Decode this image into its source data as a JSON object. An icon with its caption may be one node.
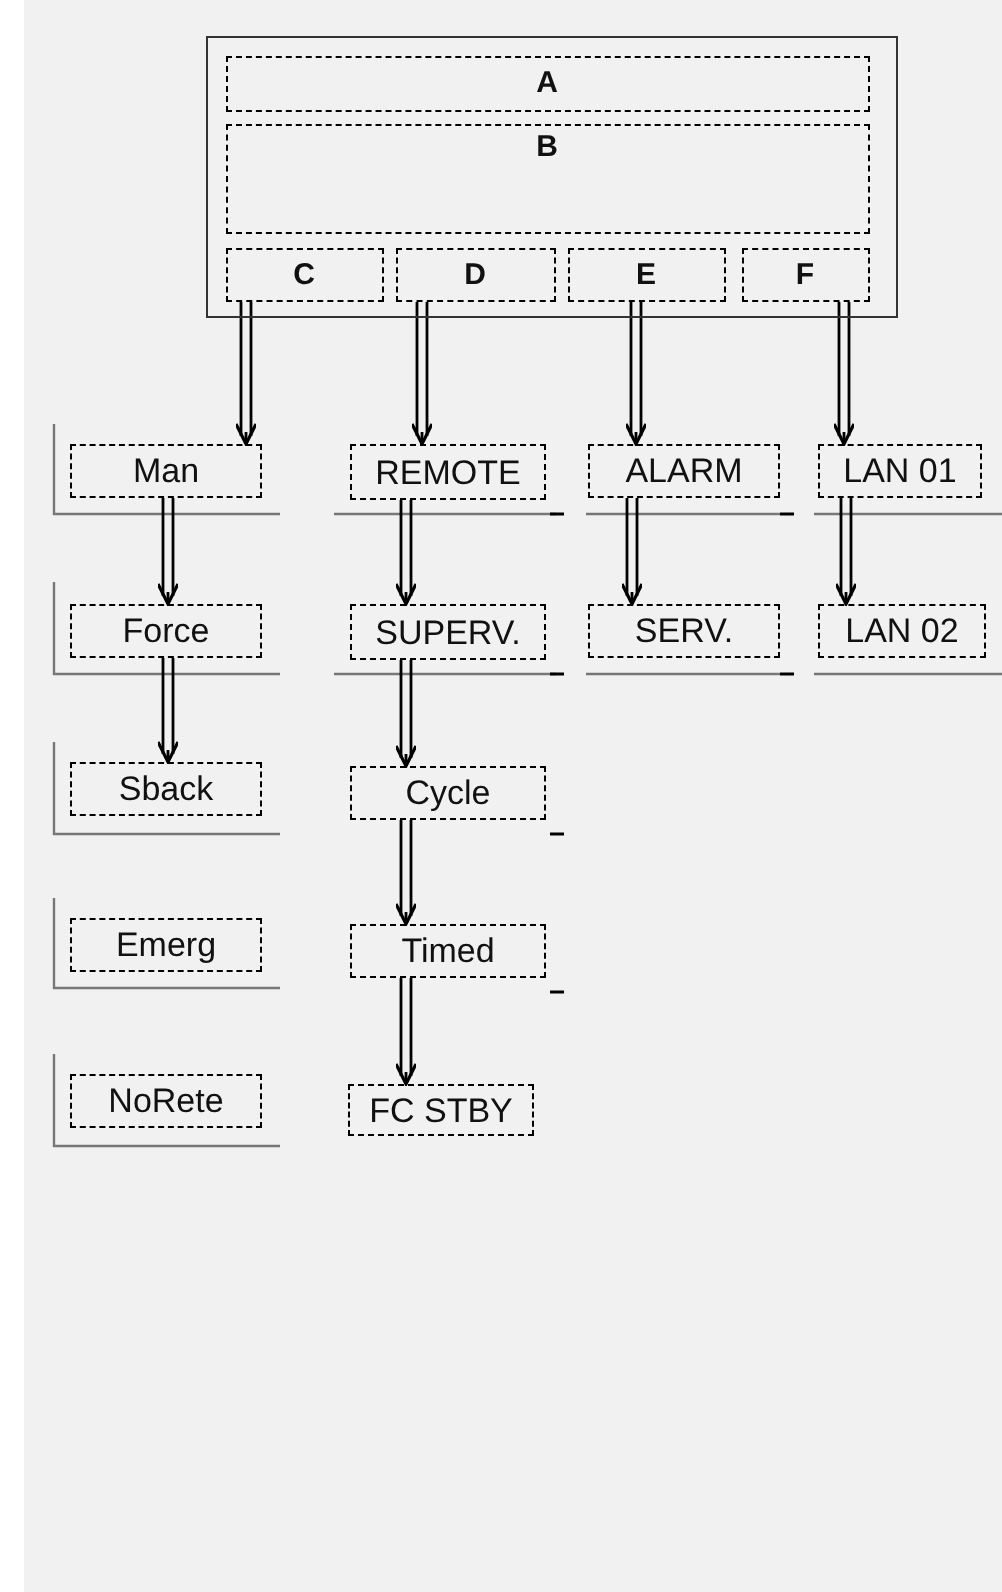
{
  "diagram": {
    "nodes": [
      {
        "text": [],
        "shape": "box"
      },
      {
        "text": [
          "A"
        ],
        "in": 0
      },
      {
        "text": [
          "B"
        ],
        "in": 0
      },
      {
        "text": [
          "C"
        ],
        "in": 0
      },
      {
        "text": [
          "D"
        ],
        "in": 0
      },
      {
        "text": [
          "E"
        ],
        "in": 0
      },
      {
        "text": [
          "F"
        ],
        "in": 0
      },
      {
        "text": [
          "Man"
        ]
      },
      {
        "text": [
          "REMOTE"
        ]
      },
      {
        "text": [
          "ALARM"
        ]
      },
      {
        "text": [
          "LAN 01"
        ]
      },
      {
        "text": [
          "Force"
        ]
      },
      {
        "text": [
          "SUPERV."
        ]
      },
      {
        "text": [
          "SERV."
        ]
      },
      {
        "text": [
          "LAN 02"
        ]
      },
      {
        "text": [
          "Sback"
        ]
      },
      {
        "text": [
          "Cycle"
        ]
      },
      {
        "text": [
          "Emerg"
        ]
      },
      {
        "text": [
          "Timed"
        ]
      },
      {
        "text": [
          "NoRete"
        ]
      },
      {
        "text": [
          "FC STBY"
        ]
      }
    ],
    "edges": [
      {
        "from": 3,
        "to": 7,
        "arrow": "to"
      },
      {
        "from": 4,
        "to": 8,
        "arrow": "to"
      },
      {
        "from": 5,
        "to": 9,
        "arrow": "to"
      },
      {
        "from": 6,
        "to": 10,
        "arrow": "to"
      },
      {
        "from": 7,
        "to": 11,
        "arrow": "to"
      },
      {
        "from": 8,
        "to": 12,
        "arrow": "to"
      },
      {
        "from": 9,
        "to": 13,
        "arrow": "to"
      },
      {
        "from": 10,
        "to": 14,
        "arrow": "to"
      },
      {
        "from": 11,
        "to": 15,
        "arrow": "to"
      },
      {
        "from": 12,
        "to": 16,
        "arrow": "to"
      },
      {
        "from": 16,
        "to": 18,
        "arrow": "to"
      },
      {
        "from": 18,
        "to": 20,
        "arrow": "to"
      }
    ]
  }
}
